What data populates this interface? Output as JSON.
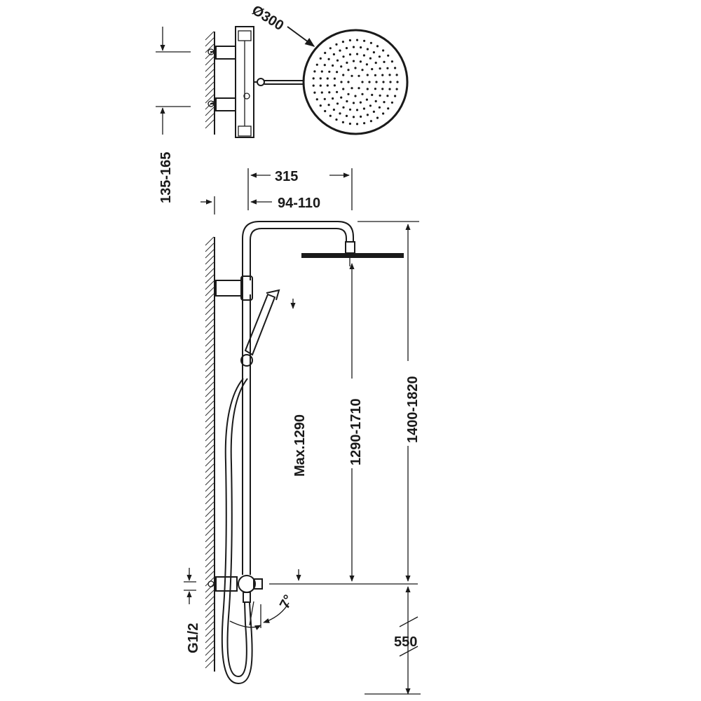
{
  "dimensions": {
    "rain_diameter": "Ø300",
    "valve_spacing": "135-165",
    "arm_length": "315",
    "wall_offset": "94-110",
    "head_height": "1290-1710",
    "hand_shower_max": "Max.1290",
    "overall_height": "1400-1820",
    "valve_height": "550",
    "connection": "G1/2",
    "angle": "7°"
  },
  "colors": {
    "line": "#1a1a1a",
    "background": "#ffffff"
  }
}
